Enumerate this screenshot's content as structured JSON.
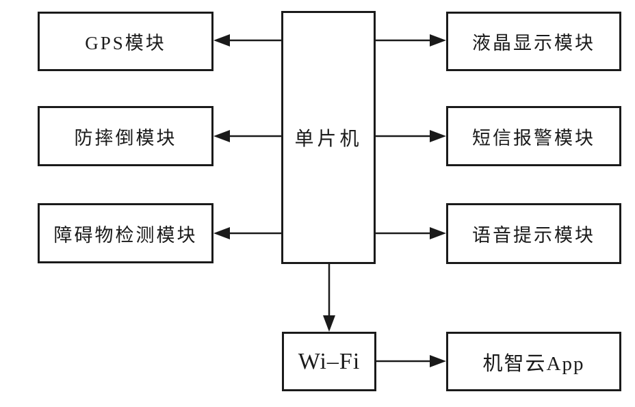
{
  "nodes": {
    "center": {
      "label": "单片机"
    },
    "left": [
      {
        "label": "GPS模块"
      },
      {
        "label": "防摔倒模块"
      },
      {
        "label": "障碍物检测模块"
      }
    ],
    "right": [
      {
        "label": "液晶显示模块"
      },
      {
        "label": "短信报警模块"
      },
      {
        "label": "语音提示模块"
      }
    ],
    "wifi": {
      "label": "Wi–Fi"
    },
    "app": {
      "label": "机智云App"
    }
  },
  "connections": [
    {
      "from": "单片机",
      "to": "GPS模块",
      "arrow": "left"
    },
    {
      "from": "单片机",
      "to": "防摔倒模块",
      "arrow": "left"
    },
    {
      "from": "单片机",
      "to": "障碍物检测模块",
      "arrow": "left"
    },
    {
      "from": "单片机",
      "to": "液晶显示模块",
      "arrow": "right"
    },
    {
      "from": "单片机",
      "to": "短信报警模块",
      "arrow": "right"
    },
    {
      "from": "单片机",
      "to": "语音提示模块",
      "arrow": "right"
    },
    {
      "from": "单片机",
      "to": "Wi–Fi",
      "arrow": "down"
    },
    {
      "from": "Wi–Fi",
      "to": "机智云App",
      "arrow": "right"
    }
  ],
  "colors": {
    "line": "#1a1a1a",
    "background": "#ffffff",
    "text": "#1a1a1a"
  }
}
